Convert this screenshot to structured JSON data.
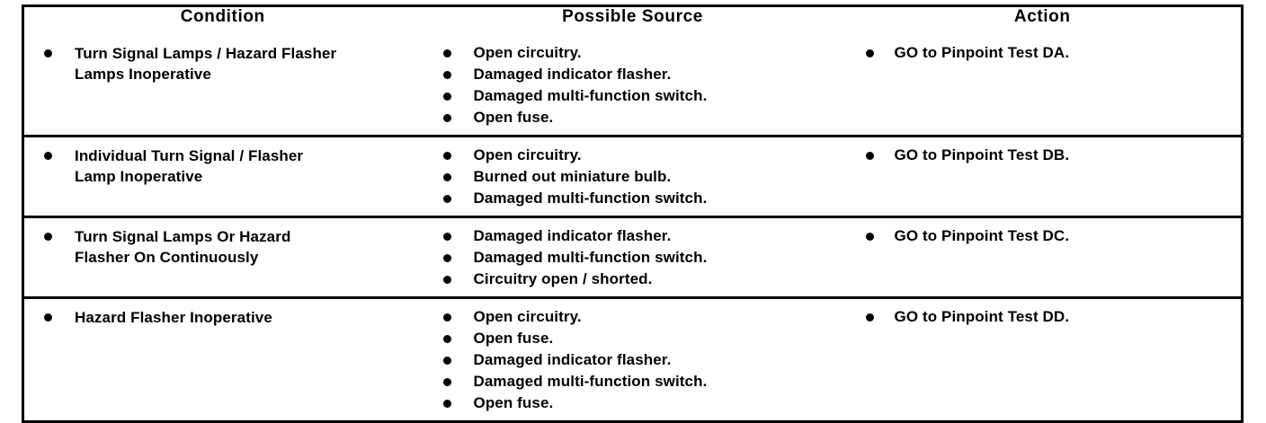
{
  "document": {
    "type": "diagnostic-chart",
    "colors": {
      "ink": "#000000",
      "paper": "#ffffff"
    }
  },
  "table": {
    "headers": {
      "condition": "Condition",
      "possible_source": "Possible Source",
      "action": "Action"
    },
    "rows": [
      {
        "condition": [
          "Turn Signal Lamps / Hazard Flasher\nLamps Inoperative"
        ],
        "possible_source": [
          "Open circuitry.",
          "Damaged indicator flasher.",
          "Damaged multi-function switch.",
          "Open fuse."
        ],
        "action": [
          "GO to Pinpoint Test DA."
        ]
      },
      {
        "condition": [
          "Individual Turn Signal / Flasher\nLamp Inoperative"
        ],
        "possible_source": [
          "Open circuitry.",
          "Burned out miniature bulb.",
          "Damaged multi-function switch."
        ],
        "action": [
          "GO to Pinpoint Test DB."
        ]
      },
      {
        "condition": [
          "Turn Signal Lamps Or Hazard\nFlasher On Continuously"
        ],
        "possible_source": [
          "Damaged indicator flasher.",
          "Damaged multi-function switch.",
          "Circuitry open / shorted."
        ],
        "action": [
          "GO to Pinpoint Test DC."
        ]
      },
      {
        "condition": [
          "Hazard Flasher Inoperative"
        ],
        "possible_source": [
          "Open circuitry.",
          "Open fuse.",
          "Damaged indicator flasher.",
          "Damaged multi-function switch.",
          "Open fuse."
        ],
        "action": [
          "GO to Pinpoint Test DD."
        ]
      }
    ]
  }
}
